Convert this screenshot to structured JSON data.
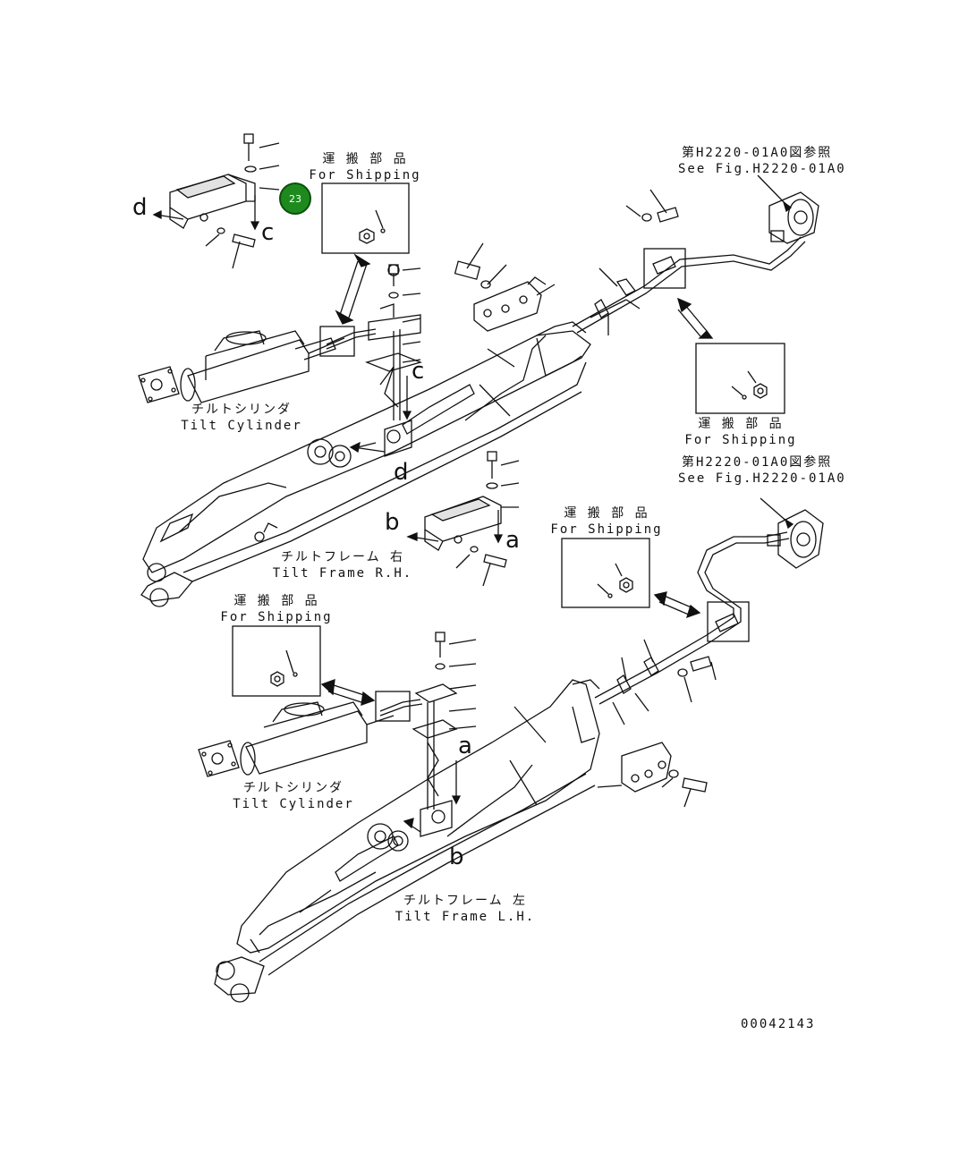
{
  "callout": {
    "number": "23",
    "color": "#1e8a1e"
  },
  "drawing_number": "00042143",
  "refs": {
    "top": {
      "jp": "第H2220-01A0図参照",
      "en": "See Fig.H2220-01A0"
    },
    "mid": {
      "jp": "第H2220-01A0図参照",
      "en": "See Fig.H2220-01A0"
    }
  },
  "shipping": {
    "top_left": {
      "jp": "運 搬 部 品",
      "en": "For Shipping"
    },
    "top_right": {
      "jp": "運 搬 部 品",
      "en": "For Shipping"
    },
    "mid_right": {
      "jp": "運 搬 部 品",
      "en": "For Shipping"
    },
    "bottom_left": {
      "jp": "運 搬 部 品",
      "en": "For Shipping"
    }
  },
  "assemblies": {
    "tilt_cylinder_upper": {
      "jp": "チルトシリンダ",
      "en": "Tilt Cylinder"
    },
    "tilt_frame_rh": {
      "jp": "チルトフレーム 右",
      "en": "Tilt Frame R.H."
    },
    "tilt_cylinder_lower": {
      "jp": "チルトシリンダ",
      "en": "Tilt Cylinder"
    },
    "tilt_frame_lh": {
      "jp": "チルトフレーム 左",
      "en": "Tilt Frame L.H."
    }
  },
  "view_letters": {
    "d_top": "d",
    "c_top": "c",
    "c_mid": "c",
    "d_mid": "d",
    "b_mid": "b",
    "a_mid": "a",
    "a_low": "a",
    "b_low": "b"
  }
}
